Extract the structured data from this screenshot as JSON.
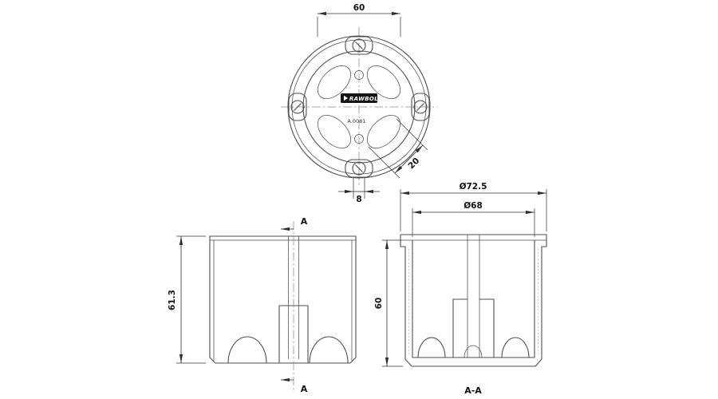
{
  "drawing": {
    "line_color": "#4f4f4f",
    "dim_color": "#2f2f2f",
    "background": "#ffffff"
  },
  "top_view": {
    "dim_width": "60",
    "dim_slot_width": "8",
    "dim_knockout": "20",
    "brand_label": "RAWBOL",
    "part_number": "A.0081"
  },
  "front_view": {
    "dim_height": "61.3",
    "section_arrow_top_label": "A",
    "section_arrow_bottom_label": "A"
  },
  "section_view": {
    "dim_outer_diameter": "Ø72.5",
    "dim_inner_diameter": "Ø68",
    "dim_depth": "60",
    "section_title": "A-A"
  }
}
